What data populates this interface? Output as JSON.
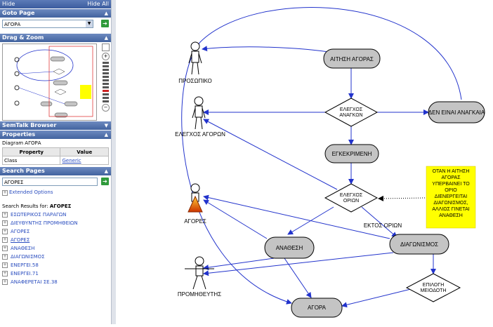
{
  "sidebar": {
    "topbar": {
      "hide": "Hide",
      "hide_all": "Hide All"
    },
    "goto_page": {
      "title": "Goto Page",
      "selected": "ΑΓΟΡΑ"
    },
    "drag_zoom": {
      "title": "Drag & Zoom"
    },
    "semtalk_browser": {
      "title": "SemTalk Browser"
    },
    "properties": {
      "title": "Properties",
      "diagram_label": "Diagram ΑΓΟΡΑ",
      "col_property": "Property",
      "col_value": "Value",
      "row_property": "Class",
      "row_value": "Generic"
    },
    "search_pages": {
      "title": "Search Pages",
      "query": "ΑΓΟΡΕΣ",
      "extended": "Extended Options",
      "results_prefix": "Search Results for:",
      "results_term": "ΑΓΟΡΕΣ",
      "results": [
        "ΕΣΩΤΕΡΙΚΟΣ ΠΑΡΑΓΩΝ",
        "ΔΙΕΥΘΥΝΤΗΣ ΠΡΟΜΗΘΕΙΩΝ",
        "ΑΓΟΡΕΣ",
        "ΑΓΟΡΕΣ",
        "ΑΝΑΘΕΣΗ",
        "ΔΙΑΓΩΝΙΣΜΟΣ",
        "ΕΝΕΡΓΕΙ.58",
        "ΕΝΕΡΓΕΙ.71",
        "ΑΝΑΦΕΡΕΤΑΙ ΣΕ.38"
      ]
    }
  },
  "diagram": {
    "actors": {
      "a1": "ΠΡΟΣΩΠΙΚΟ",
      "a2": "ΕΛΕΓΧΟΣ ΑΓΟΡΩΝ",
      "a3": "ΑΓΟΡΕΣ",
      "a4": "ΠΡΟΜΗΘΕΥΤΗΣ"
    },
    "processes": {
      "p1": "ΑΙΤΗΣΗ ΑΓΟΡΑΣ",
      "p2": "ΕΓΚΕΚΡΙΜΕΝΗ",
      "p3": "ΔΕΝ ΕΙΝΑΙ ΑΝΑΓΚΑΙΑ",
      "p4": "ΑΝΑΘΕΣΗ",
      "p5": "ΔΙΑΓΩΝΙΣΜΟΣ",
      "p6": "ΑΓΟΡΑ"
    },
    "decisions": {
      "d1": "ΕΛΕΓΧΟΣ ΑΝΑΓΚΩΝ",
      "d2": "ΕΛΕΓΧΟΣ ΟΡΙΩΝ",
      "d3": "ΕΠΙΛΟΓΗ ΜΕΙΟΔΟΤΗ"
    },
    "edge_label": "ΕΚΤΟΣ ΟΡΙΩΝ",
    "note": "ΟΤΑΝ Η ΑΙΤΗΣΗ ΑΓΟΡΑΣ ΥΠΕΡΒΑΙΝΕΙ ΤΟ ΟΡΙΟ ΔΙΕΝΕΡΓΕΙΤΑΙ ΔΙΑΓΩΝΙΣΜΟΣ, ΑΛΛΙΩΣ ΓΙΝΕΤΑΙ ΑΝΑΘΕΣΗ",
    "colors": {
      "edge": "#2233cc",
      "process_fill": "#c4c4c4",
      "note_fill": "#ffff00",
      "highlight": "#e0601a"
    }
  }
}
